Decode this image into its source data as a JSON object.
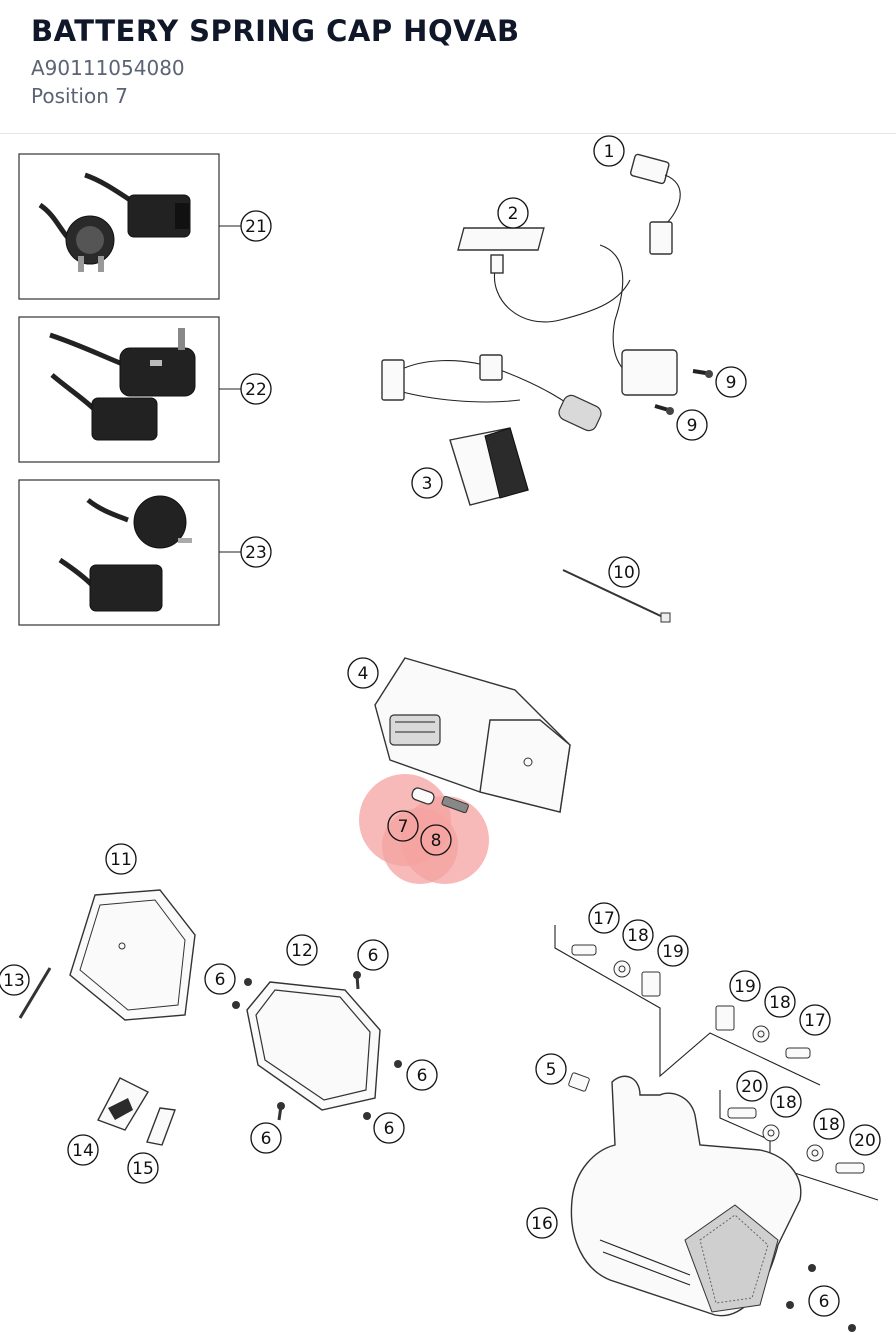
{
  "header": {
    "title": "BATTERY SPRING CAP HQVAB",
    "part_number": "A90111054080",
    "position": "Position 7"
  },
  "highlight": {
    "color": "#f4a3a0",
    "positions": [
      "7",
      "8"
    ]
  },
  "callouts": {
    "c1": "1",
    "c2": "2",
    "c3": "3",
    "c4": "4",
    "c5": "5",
    "c6a": "6",
    "c6b": "6",
    "c6c": "6",
    "c6d": "6",
    "c6e": "6",
    "c6f": "6",
    "c7": "7",
    "c8": "8",
    "c9a": "9",
    "c9b": "9",
    "c10": "10",
    "c11": "11",
    "c12": "12",
    "c13": "13",
    "c14": "14",
    "c15": "15",
    "c16": "16",
    "c17a": "17",
    "c17b": "17",
    "c18a": "18",
    "c18b": "18",
    "c18c": "18",
    "c18d": "18",
    "c19a": "19",
    "c19b": "19",
    "c20a": "20",
    "c20b": "20",
    "c21": "21",
    "c22": "22",
    "c23": "23"
  },
  "icons": {
    "eu_plug": "eu-power-cable-icon",
    "uk_plug": "uk-power-cable-icon",
    "au_plug": "au-power-cable-icon"
  }
}
